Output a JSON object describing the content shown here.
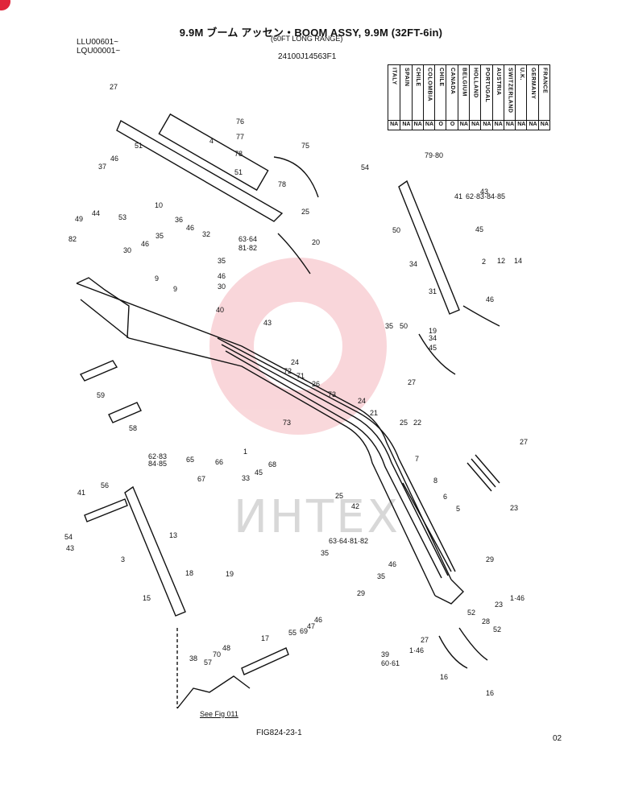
{
  "header": {
    "title": "9.9M ブーム アッセン・BOOM ASSY, 9.9M (32FT-6in)",
    "subtitle": "(60FT LONG RANGE)",
    "serial_1": "LLU00601~",
    "serial_2": "LQU00001~",
    "part_number": "24100J14563F1"
  },
  "country_table": {
    "countries": [
      "ITALY",
      "SPAIN",
      "CHILE",
      "COLOMBIA",
      "CHILE",
      "CANADA",
      "BELGIUM",
      "HOLLAND",
      "PORTUGAL",
      "AUSTRIA",
      "SWITZERLAND",
      "U.K.",
      "GERMANY",
      "FRANCE"
    ],
    "values": [
      "NA",
      "NA",
      "NA",
      "NA",
      "O",
      "O",
      "NA",
      "NA",
      "NA",
      "NA",
      "NA",
      "NA",
      "NA",
      "NA"
    ]
  },
  "footer": {
    "figure_ref": "FIG824-23-1",
    "page": "02",
    "see_fig": "See Fig 011"
  },
  "watermark": "ИНТЕХ",
  "callouts": [
    "27",
    "4",
    "76",
    "77",
    "78",
    "75",
    "51",
    "46",
    "37",
    "51",
    "78",
    "10",
    "36",
    "46",
    "32",
    "25",
    "44",
    "53",
    "49",
    "82",
    "46",
    "35",
    "30",
    "63·64",
    "81·82",
    "20",
    "9",
    "9",
    "35",
    "46",
    "30",
    "40",
    "43",
    "24",
    "72",
    "71",
    "26",
    "73",
    "24",
    "73",
    "21",
    "25",
    "22",
    "59",
    "58",
    "1",
    "62·83",
    "84·85",
    "66",
    "65",
    "67",
    "68",
    "45",
    "33",
    "25",
    "42",
    "7",
    "8",
    "6",
    "5",
    "27",
    "23",
    "41",
    "56",
    "54",
    "43",
    "13",
    "3",
    "18",
    "15",
    "19",
    "63·64·81·82",
    "46",
    "35",
    "35",
    "46",
    "29",
    "29",
    "23",
    "1·46",
    "52",
    "28",
    "27",
    "1·46",
    "52",
    "16",
    "16",
    "17",
    "55",
    "69",
    "47",
    "38",
    "57",
    "70",
    "48",
    "39",
    "60·61",
    "79·80",
    "54",
    "41",
    "62·83·84·85",
    "43",
    "50",
    "45",
    "34",
    "2",
    "12",
    "14",
    "31",
    "46",
    "35",
    "50",
    "19",
    "34",
    "45",
    "27",
    "63·64",
    "81·82",
    "18"
  ]
}
